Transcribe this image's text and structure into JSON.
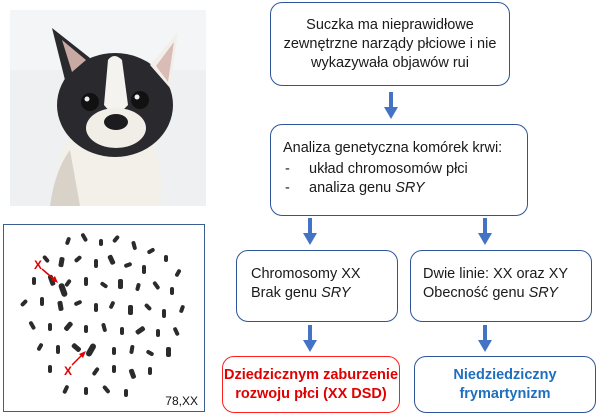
{
  "boxes": {
    "observation": {
      "line1": "Suczka ma nieprawidłowe",
      "line2": "zewnętrzne narządy płciowe i nie",
      "line3": "wykazywała objawów rui"
    },
    "analysis": {
      "title": "Analiza genetyczna komórek krwi:",
      "item1": "układ chromosomów płci",
      "item2_prefix": "analiza genu ",
      "item2_gene": "SRY"
    },
    "result_left": {
      "line1": "Chromosomy XX",
      "line2_prefix": "Brak genu ",
      "line2_gene": "SRY"
    },
    "result_right": {
      "line1": "Dwie linie: XX oraz XY",
      "line2_prefix": "Obecność genu ",
      "line2_gene": "SRY"
    },
    "conclusion_left": {
      "line1": "Dziedzicznym zaburzenie",
      "line2": "rozwoju płci (XX DSD)"
    },
    "conclusion_right": {
      "line1": "Niedziedziczny",
      "line2": "frymartynizm"
    }
  },
  "karyotype": {
    "marker_label": "X",
    "karyotype_label": "78,XX"
  },
  "colors": {
    "box_border": "#2f5597",
    "arrow": "#4472c4",
    "conclusion_left": "#e00000",
    "conclusion_right": "#1f6fbf"
  }
}
